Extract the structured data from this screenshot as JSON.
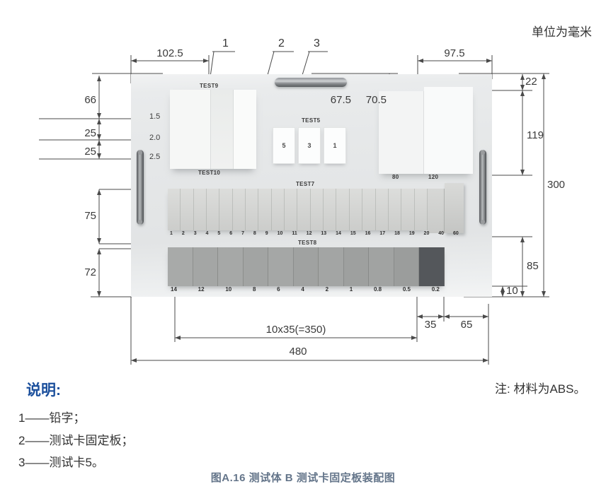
{
  "page": {
    "units_note": "单位为毫米",
    "note": "注: 材料为ABS。",
    "caption": "图A.16 测试体 B 测试卡固定板装配图"
  },
  "legend": {
    "title": "说明:",
    "items": [
      "1——铅字；",
      "2——测试卡固定板；",
      "3——测试卡5。"
    ]
  },
  "callouts": [
    "1",
    "2",
    "3"
  ],
  "dimensions": {
    "top_left": "102.5",
    "top_right": "97.5",
    "left_chain": [
      "66",
      "25",
      "25"
    ],
    "thickness_labels": [
      "1.5",
      "2.0",
      "2.5"
    ],
    "mid_left": "67.5",
    "mid_right": "70.5",
    "right_22": "22",
    "right_119": "119",
    "right_300": "300",
    "right_85": "85",
    "right_10": "10",
    "left_75": "75",
    "left_72": "72",
    "bottom_35": "35",
    "bottom_65": "65",
    "bottom_350": "10x35(=350)",
    "bottom_480": "480"
  },
  "photo": {
    "labels": {
      "test9": "TEST9",
      "test10": "TEST10",
      "test5": "TEST5",
      "test7": "TEST7",
      "test8": "TEST8",
      "w80": "80",
      "w120": "120"
    },
    "test5_cards": [
      "5",
      "3",
      "1"
    ],
    "test7_numbers": [
      "1",
      "2",
      "3",
      "4",
      "5",
      "6",
      "7",
      "8",
      "9",
      "10",
      "11",
      "12",
      "13",
      "14",
      "15",
      "16",
      "17",
      "18",
      "19",
      "20",
      "40",
      "60"
    ],
    "test8_numbers": [
      "14",
      "12",
      "10",
      "8",
      "6",
      "4",
      "2",
      "1",
      "0.8",
      "0.5",
      "0.2"
    ]
  },
  "colors": {
    "accent_blue": "#1b4f9c",
    "caption_gray": "#64758a",
    "dim_text": "#3a3a3a",
    "line": "#4a4a4a"
  }
}
